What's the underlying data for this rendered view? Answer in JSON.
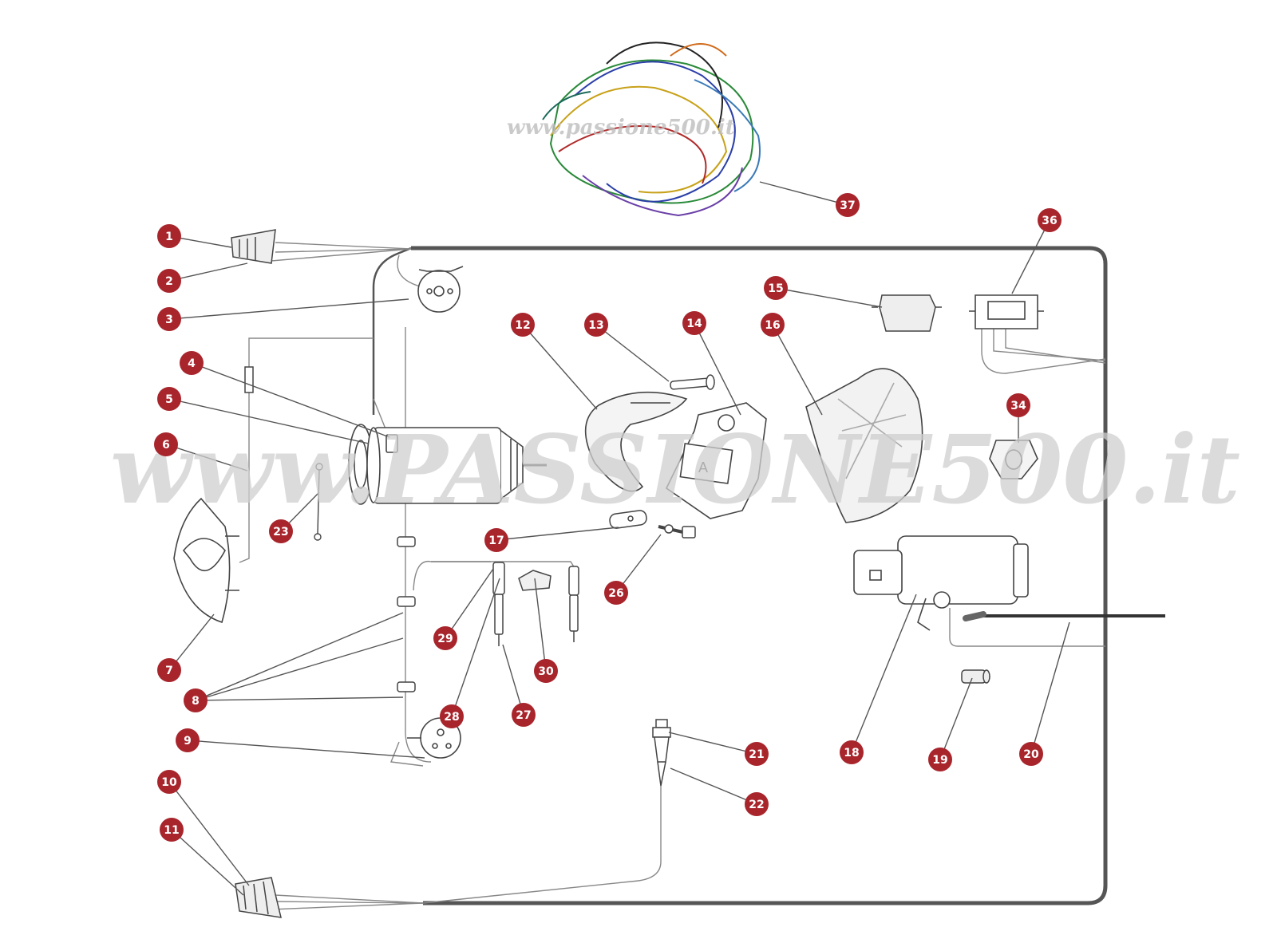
{
  "watermark": {
    "main": "www.PASSIONE500.it",
    "small": "www.passione500.it"
  },
  "badge_color": "#a8252c",
  "callouts": [
    {
      "num": "1"
    },
    {
      "num": "2"
    },
    {
      "num": "3"
    },
    {
      "num": "4"
    },
    {
      "num": "5"
    },
    {
      "num": "6"
    },
    {
      "num": "7"
    },
    {
      "num": "8"
    },
    {
      "num": "9"
    },
    {
      "num": "10"
    },
    {
      "num": "11"
    },
    {
      "num": "12"
    },
    {
      "num": "13"
    },
    {
      "num": "14"
    },
    {
      "num": "15"
    },
    {
      "num": "16"
    },
    {
      "num": "17"
    },
    {
      "num": "18"
    },
    {
      "num": "19"
    },
    {
      "num": "20"
    },
    {
      "num": "21"
    },
    {
      "num": "22"
    },
    {
      "num": "23"
    },
    {
      "num": "26"
    },
    {
      "num": "27"
    },
    {
      "num": "28"
    },
    {
      "num": "29"
    },
    {
      "num": "30"
    },
    {
      "num": "34"
    },
    {
      "num": "36"
    },
    {
      "num": "37"
    }
  ]
}
